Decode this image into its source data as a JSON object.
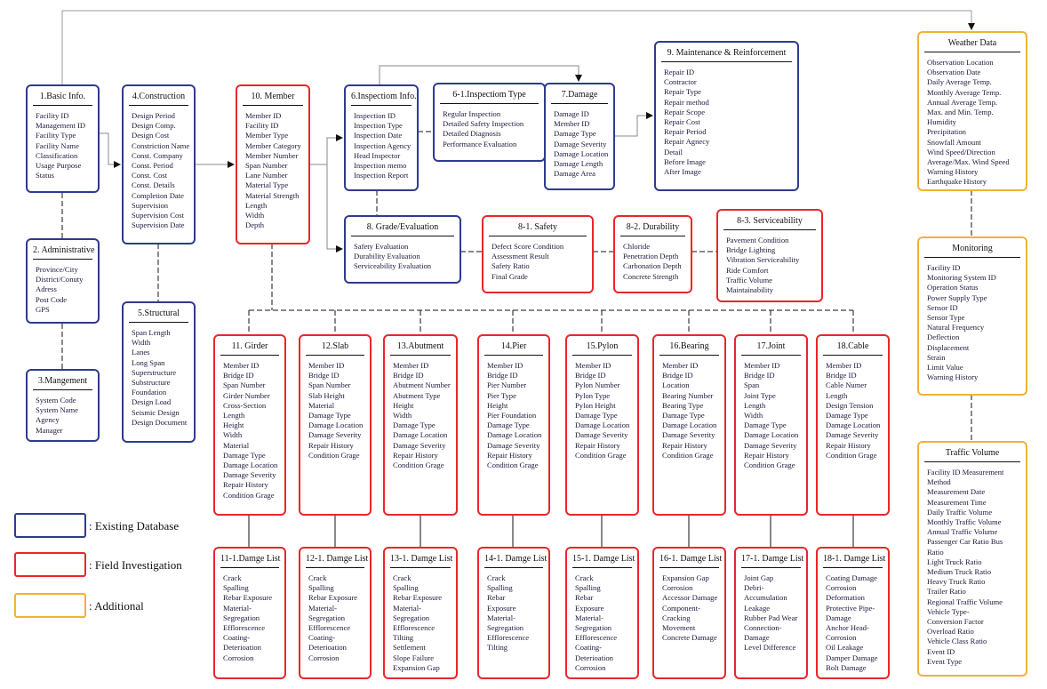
{
  "colors": {
    "existing": "#2e3b8f",
    "field": "#e8262c",
    "additional": "#f2b233"
  },
  "legend": [
    {
      "label": ": Existing Database",
      "kind": "blue"
    },
    {
      "label": ": Field Investigation",
      "kind": "red"
    },
    {
      "label": ": Additional",
      "kind": "orange"
    }
  ],
  "boxes": {
    "basic": {
      "title": "1.Basic Info.",
      "kind": "blue",
      "items": [
        "Facility ID",
        "Management ID",
        "Facility Type",
        "Facility Name",
        "Classification",
        "Usage Purpose",
        "Status"
      ]
    },
    "administrative": {
      "title": "2. Administrative",
      "kind": "blue",
      "items": [
        "Province/City",
        "District/Conuty",
        "Adress",
        "Post Code",
        "GPS"
      ]
    },
    "management": {
      "title": "3.Mangement",
      "kind": "blue",
      "items": [
        "System Code",
        "System Name",
        "Agency",
        "Manager"
      ]
    },
    "construction": {
      "title": "4.Construction",
      "kind": "blue",
      "items": [
        "Design Period",
        "Design Comp.",
        "Design Cost",
        "Constriction Name",
        "Const. Company",
        "Const. Period",
        "Const. Cost",
        "Const. Details",
        "Completion Date",
        "Supervision",
        "Supervision Cost",
        "Supervision Date"
      ]
    },
    "structural": {
      "title": "5.Structural",
      "kind": "blue",
      "items": [
        "Span Length",
        "Width",
        "Lanes",
        "Long Span",
        "Superstructure",
        "Substructure",
        "Foundation",
        "Design Load",
        "Seismic Design",
        "Design Document"
      ]
    },
    "member": {
      "title": "10. Member",
      "kind": "red",
      "items": [
        "Member ID",
        "Facility ID",
        "Member Type",
        "Member Category",
        "Member Number",
        "Span Number",
        "Lane Number",
        "Material Type",
        "Material Strength",
        "Length",
        "Width",
        "Depth"
      ]
    },
    "inspection": {
      "title": "6.Inspectiom Info.",
      "kind": "blue",
      "items": [
        "Inspection ID",
        "Inspection Type",
        "Inspection Date",
        "Inspection Agency",
        "Head Inspector",
        "Inspection memo",
        "Inspection Report"
      ]
    },
    "inspection_type": {
      "title": "6-1.Inspectiom Type",
      "kind": "blue",
      "items": [
        "Regular Inspection",
        "Detailed Safety Inspection",
        "Detailed Diagnosis",
        "Performance Evaluation"
      ]
    },
    "damage": {
      "title": "7.Damage",
      "kind": "blue",
      "items": [
        "Damage ID",
        "Member ID",
        "Damage Type",
        "Damage Severity",
        "Damage Location",
        "Damage Length",
        "Damage Area"
      ]
    },
    "maintenance": {
      "title": "9. Maintenance & Reinforcement",
      "kind": "blue",
      "items": [
        "Repair ID",
        "Contractor",
        "Repair Type",
        "Repair method",
        "Repair Scope",
        "Repair Cost",
        "Repair Period",
        "Repair Agnecy",
        "Detail",
        "Before Image",
        "After Image"
      ]
    },
    "grade": {
      "title": "8. Grade/Evaluation",
      "kind": "blue",
      "items": [
        "Safety Evaluation",
        "Durability Evaluation",
        "Serviceability Evaluation"
      ]
    },
    "safety": {
      "title": "8-1. Safety",
      "kind": "red",
      "items": [
        "Defect Score Condition",
        "Assessment Result",
        "Safety Ratio",
        "Final Grade"
      ]
    },
    "durability": {
      "title": "8-2. Durability",
      "kind": "red",
      "items": [
        "Chloride",
        "Penetration Depth",
        "Carbonation Depth",
        "Concrete Strength"
      ]
    },
    "serviceability": {
      "title": "8-3. Serviceability",
      "kind": "red",
      "items": [
        "Pavement Condition",
        "Bridge Lighting",
        "Vibration Serviceability",
        "Ride Comfort",
        "Traffic Volume",
        "Maintainability"
      ]
    },
    "weather": {
      "title": "Weather Data",
      "kind": "orange",
      "items": [
        "Observation Location",
        "Observation Date",
        "Daily Average Temp.",
        "Monthly Average Temp.",
        "Annual Average Temp.",
        "Max. and Min. Temp.",
        "Humidity",
        "Precipitation",
        "Snowfall Amount",
        "Wind Speed/Direction",
        "Average/Max. Wind Speed",
        "Warning History",
        "Earthquake History"
      ]
    },
    "monitoring": {
      "title": "Monitoring",
      "kind": "orange",
      "items": [
        "Facility ID",
        "Monitoring System ID",
        "Operation Status",
        "Power Supply Type",
        "Sensor ID",
        "Sensor Type",
        "Natural Frequency",
        "Deflection",
        "Displacement",
        "Strain",
        "Limit Value",
        "Warning History"
      ]
    },
    "traffic": {
      "title": "Traffic Volume",
      "kind": "orange",
      "items": [
        "Facility ID Measurement",
        "Method",
        "Measurement Date",
        "Measurement Time",
        "Daily Traffic Volume",
        "Monthly Traffic Volume",
        "Annual Traffic Volume",
        "Passenger Car Ratio Bus",
        "Ratio",
        "Light Truck Ratio",
        "Medium Truck Ratio",
        "Heavy Truck Ratio",
        "Trailer Ratio",
        "Regional Traffic Volume",
        "Vehicle Type-",
        "Conversion Factor",
        "Overload Ratio",
        "Vehicle Class Ratio",
        "Event ID",
        "Event Type"
      ]
    },
    "girder": {
      "title": "11. Girder",
      "kind": "red",
      "items": [
        "Member ID",
        "Bridge ID",
        "Span Number",
        "Girder Number",
        "Cross-Section",
        "Length",
        "Height",
        "Width",
        "Material",
        "Damage Type",
        "Damage Location",
        "Damage Severity",
        "Repair History",
        "Condition Grage"
      ]
    },
    "slab": {
      "title": "12.Slab",
      "kind": "red",
      "items": [
        "Member ID",
        "Bridge ID",
        "Span Number",
        "Slab Height",
        "Material",
        "Damage Type",
        "Damage Location",
        "Damage Severity",
        "Repair History",
        "Condition Grage"
      ]
    },
    "abutment": {
      "title": "13.Abutment",
      "kind": "red",
      "items": [
        "Member ID",
        "Bridge ID",
        "Abutment Number",
        "Abutment Type",
        "Height",
        "Width",
        "Damage Type",
        "Damage Location",
        "Damage Severity",
        "Repair History",
        "Condition Grage"
      ]
    },
    "pier": {
      "title": "14.Pier",
      "kind": "red",
      "items": [
        "Member ID",
        "Bridge ID",
        "Pier Number",
        "Pier Type",
        "Height",
        "Pier Foundation",
        "Damage Type",
        "Damage Location",
        "Damage Severity",
        "Repair History",
        "Condition Grage"
      ]
    },
    "pylon": {
      "title": "15.Pylon",
      "kind": "red",
      "items": [
        "Member ID",
        "Bridge ID",
        "Pylon Number",
        "Pylon Type",
        "Pylon Height",
        "Damage Type",
        "Damage Location",
        "Damage Severity",
        "Repair History",
        "Condition Grage"
      ]
    },
    "bearing": {
      "title": "16.Bearing",
      "kind": "red",
      "items": [
        "Member ID",
        "Bridge ID",
        "Location",
        "Bearing Number",
        "Bearing Type",
        "Damage Type",
        "Damage Location",
        "Damage Severity",
        "Repair History",
        "Condition Grage"
      ]
    },
    "joint": {
      "title": "17.Joint",
      "kind": "red",
      "items": [
        "Member ID",
        "Bridge ID",
        "Span",
        "Joint Type",
        "Length",
        "Width",
        "Damage Type",
        "Damage Location",
        "Damage Severity",
        "Repair History",
        "Condition Grage"
      ]
    },
    "cable": {
      "title": "18.Cable",
      "kind": "red",
      "items": [
        "Member ID",
        "Bridge ID",
        "Cable Numer",
        "Length",
        "Design Tension",
        "Damage Type",
        "Damage Location",
        "Damage Severity",
        "Repair History",
        "Condition Grage"
      ]
    },
    "girder_dl": {
      "title": "11-1.Damge List",
      "kind": "red",
      "items": [
        "Crack",
        "Spalling",
        "Rebar Exposure",
        "Material-",
        "Segregation",
        "Efflorescence",
        "Coating-",
        "Deterioation",
        "Corrosion"
      ]
    },
    "slab_dl": {
      "title": "12-1. Damge List",
      "kind": "red",
      "items": [
        "Crack",
        "Spalling",
        "Rebar Exposure",
        "Material-",
        "Segregation",
        "Efflorescence",
        "Coating-",
        "Deterioation",
        "Corrosion"
      ]
    },
    "abutment_dl": {
      "title": "13-1. Damge List",
      "kind": "red",
      "items": [
        "Crack",
        "Spalling",
        "Rebar Exposure",
        "Material-",
        "Segregation",
        "Efflorescence",
        "Tilting",
        "Settlement",
        "Slope Failure",
        "Expansion Gap"
      ]
    },
    "pier_dl": {
      "title": "14-1. Damge List",
      "kind": "red",
      "items": [
        "Crack",
        "Spalling",
        "Rebar",
        "Exposure",
        "Material-",
        "Segregation",
        "Efflorescence",
        "Tilting"
      ]
    },
    "pylon_dl": {
      "title": "15-1. Damge List",
      "kind": "red",
      "items": [
        "Crack",
        "Spalling",
        "Rebar",
        "Exposure",
        "Material-",
        "Segregation",
        "Efflorescence",
        "Coating-",
        "Deterioation",
        "Corrosion"
      ]
    },
    "bearing_dl": {
      "title": "16-1. Damge List",
      "kind": "red",
      "items": [
        "Expansion Gap",
        "Corrosion",
        "Accessor Damage",
        "Component-",
        "Cracking",
        "Movement",
        "Concrete Damage"
      ]
    },
    "joint_dl": {
      "title": "17-1. Damge List",
      "kind": "red",
      "items": [
        "Joint Gap",
        "Debri-",
        "Accumulation",
        "Leakage",
        "Rubber Pad Wear",
        "Connection-",
        "Damage",
        "Level Difference"
      ]
    },
    "cable_dl": {
      "title": "18-1. Damge List",
      "kind": "red",
      "items": [
        "Coating Damage",
        "Corrosion",
        "Deformation",
        "Protective Pipe-",
        "Damage",
        "Anchor Head-",
        "Corrosion",
        "Oil Leakage",
        "Damper Damage",
        "Bolt Damage"
      ]
    }
  }
}
